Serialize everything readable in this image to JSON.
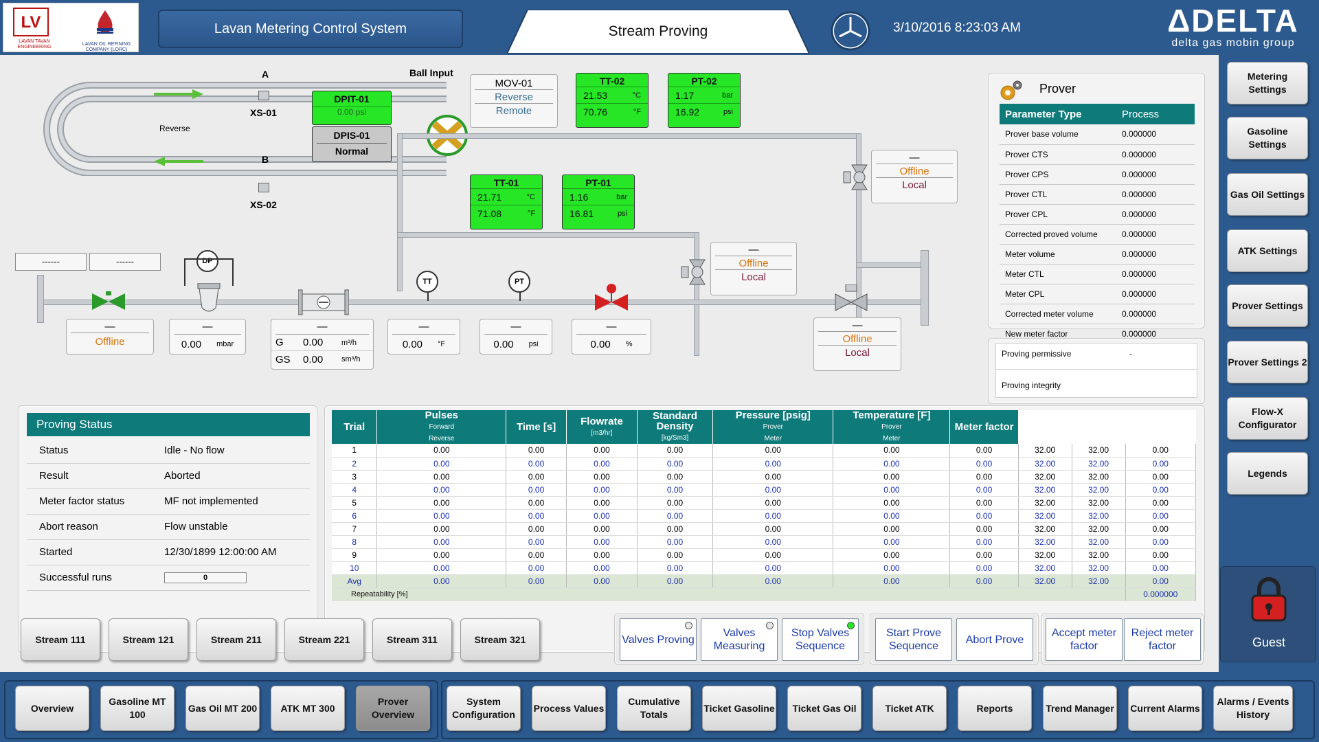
{
  "header": {
    "title": "Lavan Metering Control System",
    "tab": "Stream Proving",
    "datetime": "3/10/2016 8:23:03 AM",
    "logo_left_text": "LAVAN TAVAN ENGINEERING",
    "logo_right_text": "LAVAN OIL REFINING COMPANY (LORC)",
    "brand_name": "ΔDELTA",
    "brand_sub": "delta gas mobin group"
  },
  "diagram": {
    "label_a": "A",
    "label_b": "B",
    "xs01": "XS-01",
    "xs02": "XS-02",
    "reverse_label": "Reverse",
    "ball_input": "Ball Input",
    "dpit": {
      "name": "DPIT-01",
      "value": "0.00 psi"
    },
    "dpis": {
      "name": "DPIS-01",
      "status": "Normal"
    },
    "mov": {
      "name": "MOV-01",
      "mode": "Reverse",
      "control": "Remote"
    },
    "tt02": {
      "name": "TT-02",
      "c": "21.53",
      "c_unit": "°C",
      "f": "70.76",
      "f_unit": "°F"
    },
    "pt02": {
      "name": "PT-02",
      "bar": "1.17",
      "bar_unit": "bar",
      "psi": "16.92",
      "psi_unit": "psi"
    },
    "tt01": {
      "name": "TT-01",
      "c": "21.71",
      "c_unit": "°C",
      "f": "71.08",
      "f_unit": "°F"
    },
    "pt01": {
      "name": "PT-01",
      "bar": "1.16",
      "bar_unit": "bar",
      "psi": "16.81",
      "psi_unit": "psi"
    },
    "valve_right_top": {
      "dash": "—",
      "state": "Offline",
      "mode": "Local"
    },
    "valve_mid": {
      "dash": "—",
      "state": "Offline",
      "mode": "Local"
    },
    "valve_bottom_right": {
      "dash": "—",
      "state": "Offline",
      "mode": "Local"
    },
    "inlet_box1": "------",
    "inlet_box2": "------",
    "inlet_valve": {
      "dash": "—",
      "state": "Offline"
    },
    "dp": {
      "tag": "DP",
      "dash": "—",
      "value": "0.00",
      "unit": "mbar"
    },
    "flow": {
      "dash": "—",
      "g_label": "G",
      "g_value": "0.00",
      "g_unit": "m³/h",
      "gs_label": "GS",
      "gs_value": "0.00",
      "gs_unit": "sm³/h"
    },
    "tt": {
      "tag": "TT",
      "dash": "—",
      "value": "0.00",
      "unit": "°F"
    },
    "pt": {
      "tag": "PT",
      "dash": "—",
      "value": "0.00",
      "unit": "psi"
    },
    "cv": {
      "dash": "—",
      "value": "0.00",
      "unit": "%"
    }
  },
  "prover": {
    "title": "Prover",
    "col1": "Parameter Type",
    "col2": "Process",
    "rows": [
      {
        "name": "Prover base volume",
        "value": "0.000000"
      },
      {
        "name": "Prover CTS",
        "value": "0.000000"
      },
      {
        "name": "Prover CPS",
        "value": "0.000000"
      },
      {
        "name": "Prover CTL",
        "value": "0.000000"
      },
      {
        "name": "Prover CPL",
        "value": "0.000000"
      },
      {
        "name": "Corrected proved volume",
        "value": "0.000000"
      },
      {
        "name": "Meter volume",
        "value": "0.000000"
      },
      {
        "name": "Meter CTL",
        "value": "0.000000"
      },
      {
        "name": "Meter CPL",
        "value": "0.000000"
      },
      {
        "name": "Corrected meter volume",
        "value": "0.000000"
      },
      {
        "name": "New meter factor",
        "value": "0.000000"
      }
    ],
    "permissive_label": "Proving permissive",
    "permissive_value": "-",
    "integrity_label": "Proving integrity"
  },
  "proving_status": {
    "title": "Proving Status",
    "rows": [
      {
        "label": "Status",
        "value": "Idle - No flow"
      },
      {
        "label": "Result",
        "value": "Aborted"
      },
      {
        "label": "Meter factor status",
        "value": "MF not implemented"
      },
      {
        "label": "Abort reason",
        "value": "Flow unstable"
      },
      {
        "label": "Started",
        "value": "12/30/1899 12:00:00 AM"
      }
    ],
    "successful_runs_label": "Successful runs",
    "successful_runs_value": "0"
  },
  "trials": {
    "headers": {
      "trial": "Trial",
      "pulses": "Pulses",
      "forward": "Forward",
      "reverse": "Reverse",
      "time": "Time [s]",
      "flowrate": "Flowrate",
      "flowrate_unit": "[m3/hr]",
      "density": "Standard Density",
      "density_unit": "[kg/Sm3]",
      "pressure": "Pressure [psig]",
      "prover": "Prover",
      "meter": "Meter",
      "temperature": "Temperature [F]",
      "meter_factor": "Meter factor"
    },
    "rows": [
      [
        "1",
        "0.00",
        "0.00",
        "0.00",
        "0.00",
        "0.00",
        "0.00",
        "0.00",
        "32.00",
        "32.00",
        "0.00"
      ],
      [
        "2",
        "0.00",
        "0.00",
        "0.00",
        "0.00",
        "0.00",
        "0.00",
        "0.00",
        "32.00",
        "32.00",
        "0.00"
      ],
      [
        "3",
        "0.00",
        "0.00",
        "0.00",
        "0.00",
        "0.00",
        "0.00",
        "0.00",
        "32.00",
        "32.00",
        "0.00"
      ],
      [
        "4",
        "0.00",
        "0.00",
        "0.00",
        "0.00",
        "0.00",
        "0.00",
        "0.00",
        "32.00",
        "32.00",
        "0.00"
      ],
      [
        "5",
        "0.00",
        "0.00",
        "0.00",
        "0.00",
        "0.00",
        "0.00",
        "0.00",
        "32.00",
        "32.00",
        "0.00"
      ],
      [
        "6",
        "0.00",
        "0.00",
        "0.00",
        "0.00",
        "0.00",
        "0.00",
        "0.00",
        "32.00",
        "32.00",
        "0.00"
      ],
      [
        "7",
        "0.00",
        "0.00",
        "0.00",
        "0.00",
        "0.00",
        "0.00",
        "0.00",
        "32.00",
        "32.00",
        "0.00"
      ],
      [
        "8",
        "0.00",
        "0.00",
        "0.00",
        "0.00",
        "0.00",
        "0.00",
        "0.00",
        "32.00",
        "32.00",
        "0.00"
      ],
      [
        "9",
        "0.00",
        "0.00",
        "0.00",
        "0.00",
        "0.00",
        "0.00",
        "0.00",
        "32.00",
        "32.00",
        "0.00"
      ],
      [
        "10",
        "0.00",
        "0.00",
        "0.00",
        "0.00",
        "0.00",
        "0.00",
        "0.00",
        "32.00",
        "32.00",
        "0.00"
      ]
    ],
    "avg": [
      "Avg",
      "0.00",
      "0.00",
      "0.00",
      "0.00",
      "0.00",
      "0.00",
      "0.00",
      "32.00",
      "32.00",
      "0.00"
    ],
    "repeatability_label": "Repeatability [%]",
    "repeatability_value": "0.000000"
  },
  "streams": [
    "Stream 111",
    "Stream 121",
    "Stream 211",
    "Stream 221",
    "Stream 311",
    "Stream 321"
  ],
  "actions": {
    "valves_proving": "Valves Proving",
    "valves_measuring": "Valves Measuring",
    "stop_valves": "Stop Valves Sequence",
    "start_prove": "Start Prove Sequence",
    "abort_prove": "Abort Prove",
    "accept_mf": "Accept meter factor",
    "reject_mf": "Reject meter factor"
  },
  "sidebar": [
    "Metering Settings",
    "Gasoline Settings",
    "Gas Oil Settings",
    "ATK Settings",
    "Prover Settings",
    "Prover Settings 2",
    "Flow-X Configurator",
    "Legends"
  ],
  "user": "Guest",
  "footer": [
    "Overview",
    "Gasoline MT 100",
    "Gas Oil MT 200",
    "ATK MT 300",
    "Prover Overview",
    "System Configuration",
    "Process Values",
    "Cumulative Totals",
    "Ticket Gasoline",
    "Ticket Gas Oil",
    "Ticket ATK",
    "Reports",
    "Trend Manager",
    "Current Alarms",
    "Alarms / Events History"
  ],
  "colors": {
    "header_blue": "#2d5a8e",
    "instrument_green": "#26e626",
    "offline_orange": "#d9730d",
    "table_teal": "#0f7a7a",
    "action_blue": "#1a3aa8"
  }
}
